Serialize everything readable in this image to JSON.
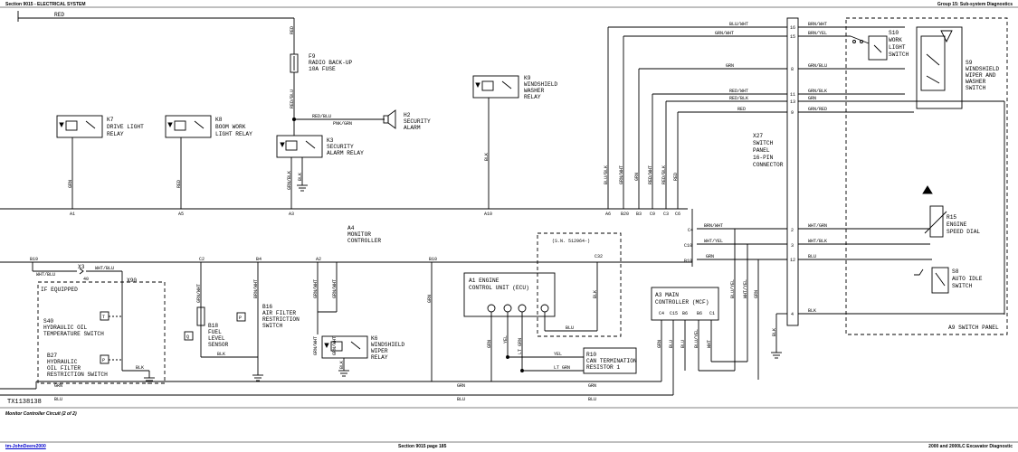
{
  "page": {
    "header_left": "Section 9015 - ELECTRICAL SYSTEM",
    "header_right": "Group 15: Sub-system Diagnostics",
    "caption": "Monitor Controller Circuit (2 of 2)",
    "figure_ref": "TX1138138",
    "footer_left": "tm-JohnDeere2000",
    "footer_center": "Section 9015 page 185",
    "footer_right": "2000 and 2000LC Excavator Diagnostic"
  },
  "components": {
    "F9": [
      "F9",
      "RADIO BACK-UP",
      "10A FUSE"
    ],
    "K7": [
      "K7",
      "DRIVE LIGHT",
      "RELAY"
    ],
    "K8": [
      "K8",
      "BOOM WORK",
      "LIGHT RELAY"
    ],
    "K3": [
      "K3",
      "SECURITY",
      "ALARM RELAY"
    ],
    "H2": [
      "H2",
      "SECURITY",
      "ALARM"
    ],
    "K9": [
      "K9",
      "WINDSHIELD",
      "WASHER",
      "RELAY"
    ],
    "X27": [
      "X27",
      "SWITCH",
      "PANEL",
      "16-PIN",
      "CONNECTOR"
    ],
    "S10": [
      "S10",
      "WORK",
      "LIGHT",
      "SWITCH"
    ],
    "S9": [
      "S9",
      "WINDSHIELD",
      "WIPER AND",
      "WASHER",
      "SWITCH"
    ],
    "R15": [
      "R15",
      "ENGINE",
      "SPEED DIAL"
    ],
    "S8": [
      "S8",
      "AUTO IDLE",
      "SWITCH"
    ],
    "A9": "A9  SWITCH PANEL",
    "A4": [
      "A4",
      "MONITOR",
      "CONTROLLER"
    ],
    "A1": [
      "A1 ENGINE",
      "CONTROL UNIT (ECU)"
    ],
    "SN": "(S.N. 512964-)",
    "A3": [
      "A3 MAIN",
      "CONTROLLER (MCF)"
    ],
    "R10": [
      "R10",
      "CAN TERMINATION",
      "RESISTOR 1"
    ],
    "X3": "X3",
    "X90": "X90",
    "ifequipped": "IF EQUIPPED",
    "S40": [
      "S40",
      "HYDRAULIC OIL",
      "TEMPERATURE SWITCH"
    ],
    "B27": [
      "B27",
      "HYDRAULIC",
      "OIL FILTER",
      "RESTRICTION SWITCH"
    ],
    "B18": [
      "B18",
      "FUEL",
      "LEVEL",
      "SENSOR"
    ],
    "B16": [
      "B16",
      "AIR FILTER",
      "RESTRICTION",
      "SWITCH"
    ],
    "K6": [
      "K6",
      "WINDSHIELD",
      "WIPER",
      "RELAY"
    ]
  },
  "wires": {
    "red": "RED",
    "red_blu": "RED/BLU",
    "pnk_grn": "PNK/GRN",
    "grn_blk": "GRN/BLK",
    "blk": "BLK",
    "grn": "GRN",
    "blu": "BLU",
    "yel": "YEL",
    "lt_grn": "LT GRN",
    "blu_wht": "BLU/WHT",
    "grn_wht": "GRN/WHT",
    "brn_wht": "BRN/WHT",
    "brn_yel": "BRN/YEL",
    "grn_blu": "GRN/BLU",
    "red_wht": "RED/WHT",
    "red_blk": "RED/BLK",
    "grn_red": "GRN/RED",
    "blu_blk": "BLU/BLK",
    "wht_grn": "WHT/GRN",
    "wht_yel": "WHT/YEL",
    "wht_blk": "WHT/BLK",
    "wht_blu": "WHT/BLU",
    "blu_yel": "BLU/YEL",
    "wht": "WHT"
  },
  "pins": {
    "A1": "A1",
    "A5": "A5",
    "A3": "A3",
    "A10": "A10",
    "A6": "A6",
    "B20": "B20",
    "B3": "B3",
    "C9": "C9",
    "C3": "C3",
    "C6": "C6",
    "C4": "C4",
    "C10": "C10",
    "B18": "B18",
    "B19": "B19",
    "C2": "C2",
    "B4": "B4",
    "A2": "A2",
    "B10": "B10",
    "C32": "C32",
    "B6": "B6",
    "C15": "C15",
    "C1": "C1",
    "p16": "16",
    "p15": "15",
    "p8": "8",
    "p11": "11",
    "p13": "13",
    "p9": "9",
    "p2": "2",
    "p3": "3",
    "p12": "12",
    "p4": "4",
    "p40": "40"
  }
}
